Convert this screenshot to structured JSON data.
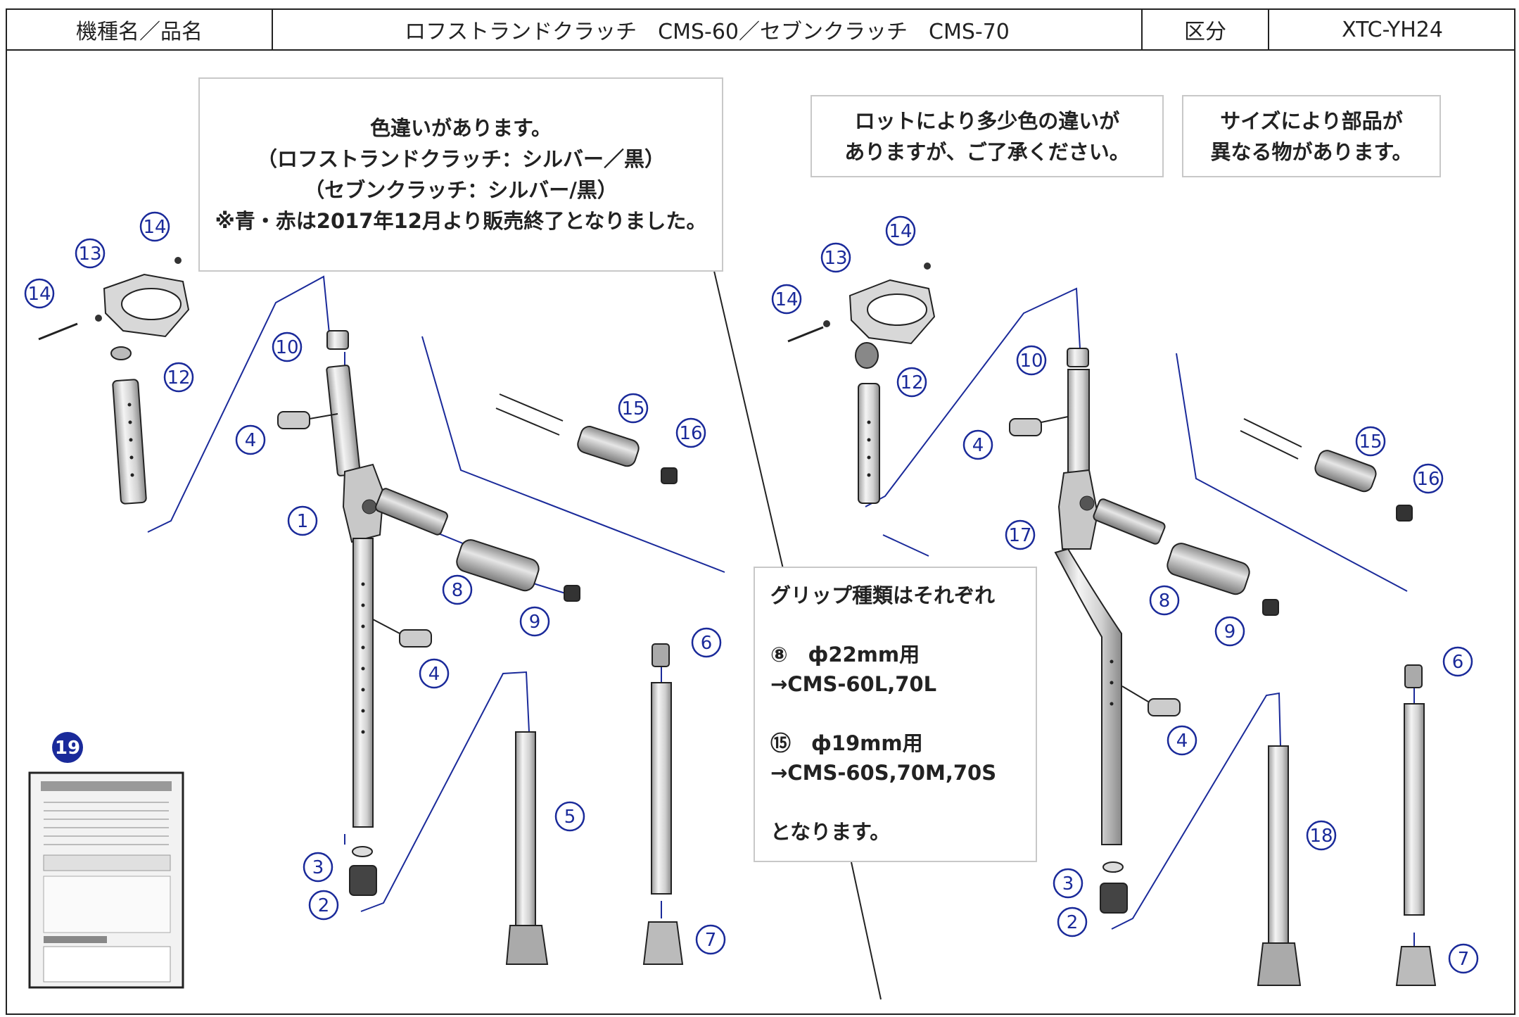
{
  "header": {
    "model_label": "機種名／品名",
    "product_name": "ロフストランドクラッチ　CMS-60／セブンクラッチ　CMS-70",
    "category_label": "区分",
    "category_code": "XTC-YH24"
  },
  "notes": {
    "color": {
      "lines": [
        "色違いがあります。",
        "（ロフストランドクラッチ：シルバー／黒）",
        "（セブンクラッチ：シルバー/黒）",
        "※青・赤は2017年12月より販売終了となりました。"
      ]
    },
    "lot": {
      "lines": [
        "ロットにより多少色の違いが",
        "ありますが、ご了承ください。"
      ]
    },
    "size": {
      "lines": [
        "サイズにより部品が",
        "異なる物があります。"
      ]
    },
    "grip": {
      "title": "グリップ種類はそれぞれ",
      "item8_line": "⑧　ф22mm用",
      "item8_models": "→CMS-60L,70L",
      "item15_line": "⑮　ф19mm用",
      "item15_models": "→CMS-60S,70M,70S",
      "footer": "となります。"
    }
  },
  "parts_left": [
    "1",
    "2",
    "3",
    "4",
    "4",
    "5",
    "6",
    "7",
    "8",
    "9",
    "10",
    "12",
    "13",
    "14",
    "14",
    "15",
    "16"
  ],
  "parts_right": [
    "2",
    "3",
    "4",
    "4",
    "6",
    "7",
    "8",
    "9",
    "10",
    "12",
    "13",
    "14",
    "14",
    "15",
    "16",
    "17",
    "18"
  ],
  "manual_badge": "19",
  "colors": {
    "line": "#1a2a9a",
    "outline": "#222222",
    "note_border": "#c8c8c8"
  }
}
